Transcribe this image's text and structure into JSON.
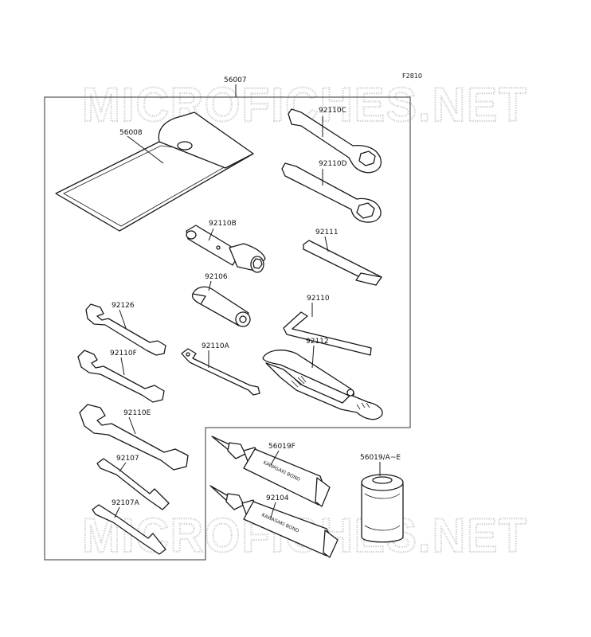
{
  "figure_code": "F2810",
  "watermark": "MICROFICHES.NET",
  "tube_print": "KAWASAKI BOND",
  "parts": [
    {
      "id": "kit",
      "number": "56007"
    },
    {
      "id": "case",
      "number": "56008"
    },
    {
      "id": "ring-wrench-c",
      "number": "92110C"
    },
    {
      "id": "ring-wrench-d",
      "number": "92110D"
    },
    {
      "id": "plug-wrench-b",
      "number": "92110B"
    },
    {
      "id": "handle-bar",
      "number": "92111"
    },
    {
      "id": "socket-adapter",
      "number": "92106"
    },
    {
      "id": "hex-key",
      "number": "92110"
    },
    {
      "id": "open-wrench-92126",
      "number": "92126"
    },
    {
      "id": "pliers",
      "number": "92112"
    },
    {
      "id": "open-wrench-f",
      "number": "92110F"
    },
    {
      "id": "flat-wrench-a",
      "number": "92110A"
    },
    {
      "id": "open-wrench-e",
      "number": "92110E"
    },
    {
      "id": "bond-tube-f",
      "number": "56019F"
    },
    {
      "id": "bond-can",
      "number": "56019/A~E"
    },
    {
      "id": "screwdriver-bit",
      "number": "92107"
    },
    {
      "id": "bond-tube-92104",
      "number": "92104"
    },
    {
      "id": "screwdriver-bit-a",
      "number": "92107A"
    }
  ]
}
